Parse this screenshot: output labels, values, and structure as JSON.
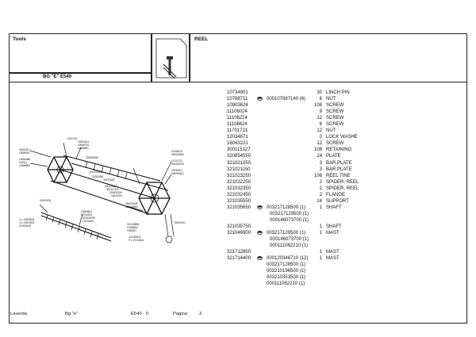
{
  "header": {
    "tools_label": "Tools",
    "reel_label": "REEL",
    "model_label": "BG \"E\" E540"
  },
  "parts": [
    {
      "code": "10734901",
      "qty": "30",
      "desc": "LINCH PIN"
    },
    {
      "code": "10788711",
      "marker": true,
      "refs": [
        "000107887140 (6)"
      ],
      "qty": "6",
      "desc": "NUT"
    },
    {
      "code": "10903624",
      "qty": "108",
      "desc": "SCREW"
    },
    {
      "code": "11106024",
      "qty": "9",
      "desc": "SCREW"
    },
    {
      "code": "11106224",
      "qty": "12",
      "desc": "SCREW"
    },
    {
      "code": "11106624",
      "qty": "6",
      "desc": "SCREW"
    },
    {
      "code": "11701721",
      "qty": "12",
      "desc": "NUT"
    },
    {
      "code": "12034671",
      "qty": "0",
      "desc": "LOCK WASHE"
    },
    {
      "code": "16043221",
      "qty": "12",
      "desc": "SCREW"
    },
    {
      "code": "300115127",
      "qty": "108",
      "desc": "RETAINING"
    },
    {
      "code": "320854550",
      "qty": "24",
      "desc": "PLATE"
    },
    {
      "code": "321021050",
      "qty": "3",
      "desc": "BAR PLATE"
    },
    {
      "code": "321021150",
      "qty": "3",
      "desc": "BAR PLATE"
    },
    {
      "code": "321023250",
      "qty": "108",
      "desc": "REEL TINE"
    },
    {
      "code": "321032250",
      "qty": "2",
      "desc": "SPIDER, REEL"
    },
    {
      "code": "321032350",
      "qty": "2",
      "desc": "SPIDER, REEL"
    },
    {
      "code": "321032450",
      "qty": "2",
      "desc": "FLANGE"
    },
    {
      "code": "321035550",
      "qty": "24",
      "desc": "SUPPORT"
    },
    {
      "code": "321035650",
      "marker": true,
      "refs": [
        "003217128500 (1)",
        "003217129500 (1)",
        "000146073700 (1)"
      ],
      "qty": "1",
      "desc": "SHAFT"
    },
    {
      "code": "321035750",
      "qty": "1",
      "desc": "SHAFT"
    },
    {
      "code": "321046900",
      "marker": true,
      "refs": [
        "003217129500 (1)",
        "000146073700 (1)",
        "000111062210 (1)"
      ],
      "qty": "1",
      "desc": "MAST"
    },
    {
      "code": "321712850",
      "qty": "1",
      "desc": "MAST"
    },
    {
      "code": "321714400",
      "marker": true,
      "refs": [
        "000120346710 (12)",
        "003217128500 (1)",
        "003210196500 (1)",
        "003210353500 (1)",
        "000111062210 (1)"
      ],
      "qty": "1",
      "desc": "MAST"
    }
  ],
  "diagram_labels": [
    "30062571",
    "10589011",
    "19064480",
    "119011",
    "10288801",
    "12047011",
    "15000001",
    "10649751",
    "10588811",
    "320850050",
    "321023250",
    "32300050",
    "32031525",
    "300121112",
    "300117320",
    "320632150",
    "16043221",
    "11106024",
    "300054300",
    "11701721",
    "300054750",
    "12034671",
    "300050301",
    "4 x 10903624",
    "3 x 10903624",
    "111106624",
    "32102100",
    "13806621",
    "10734901",
    "321035750",
    "10720621",
    "300054150",
    "321046900",
    "321035650",
    "10088811",
    "1058811",
    "112160610",
    "9 x 10734901",
    "50062011"
  ],
  "footer": {
    "brand": "Laverda",
    "model": "Bg \"e\"",
    "code": "E540 - 0",
    "page_label": "Pagina",
    "page_number": "3"
  },
  "colors": {
    "line": "#222222",
    "text": "#111111",
    "background": "#ffffff"
  }
}
